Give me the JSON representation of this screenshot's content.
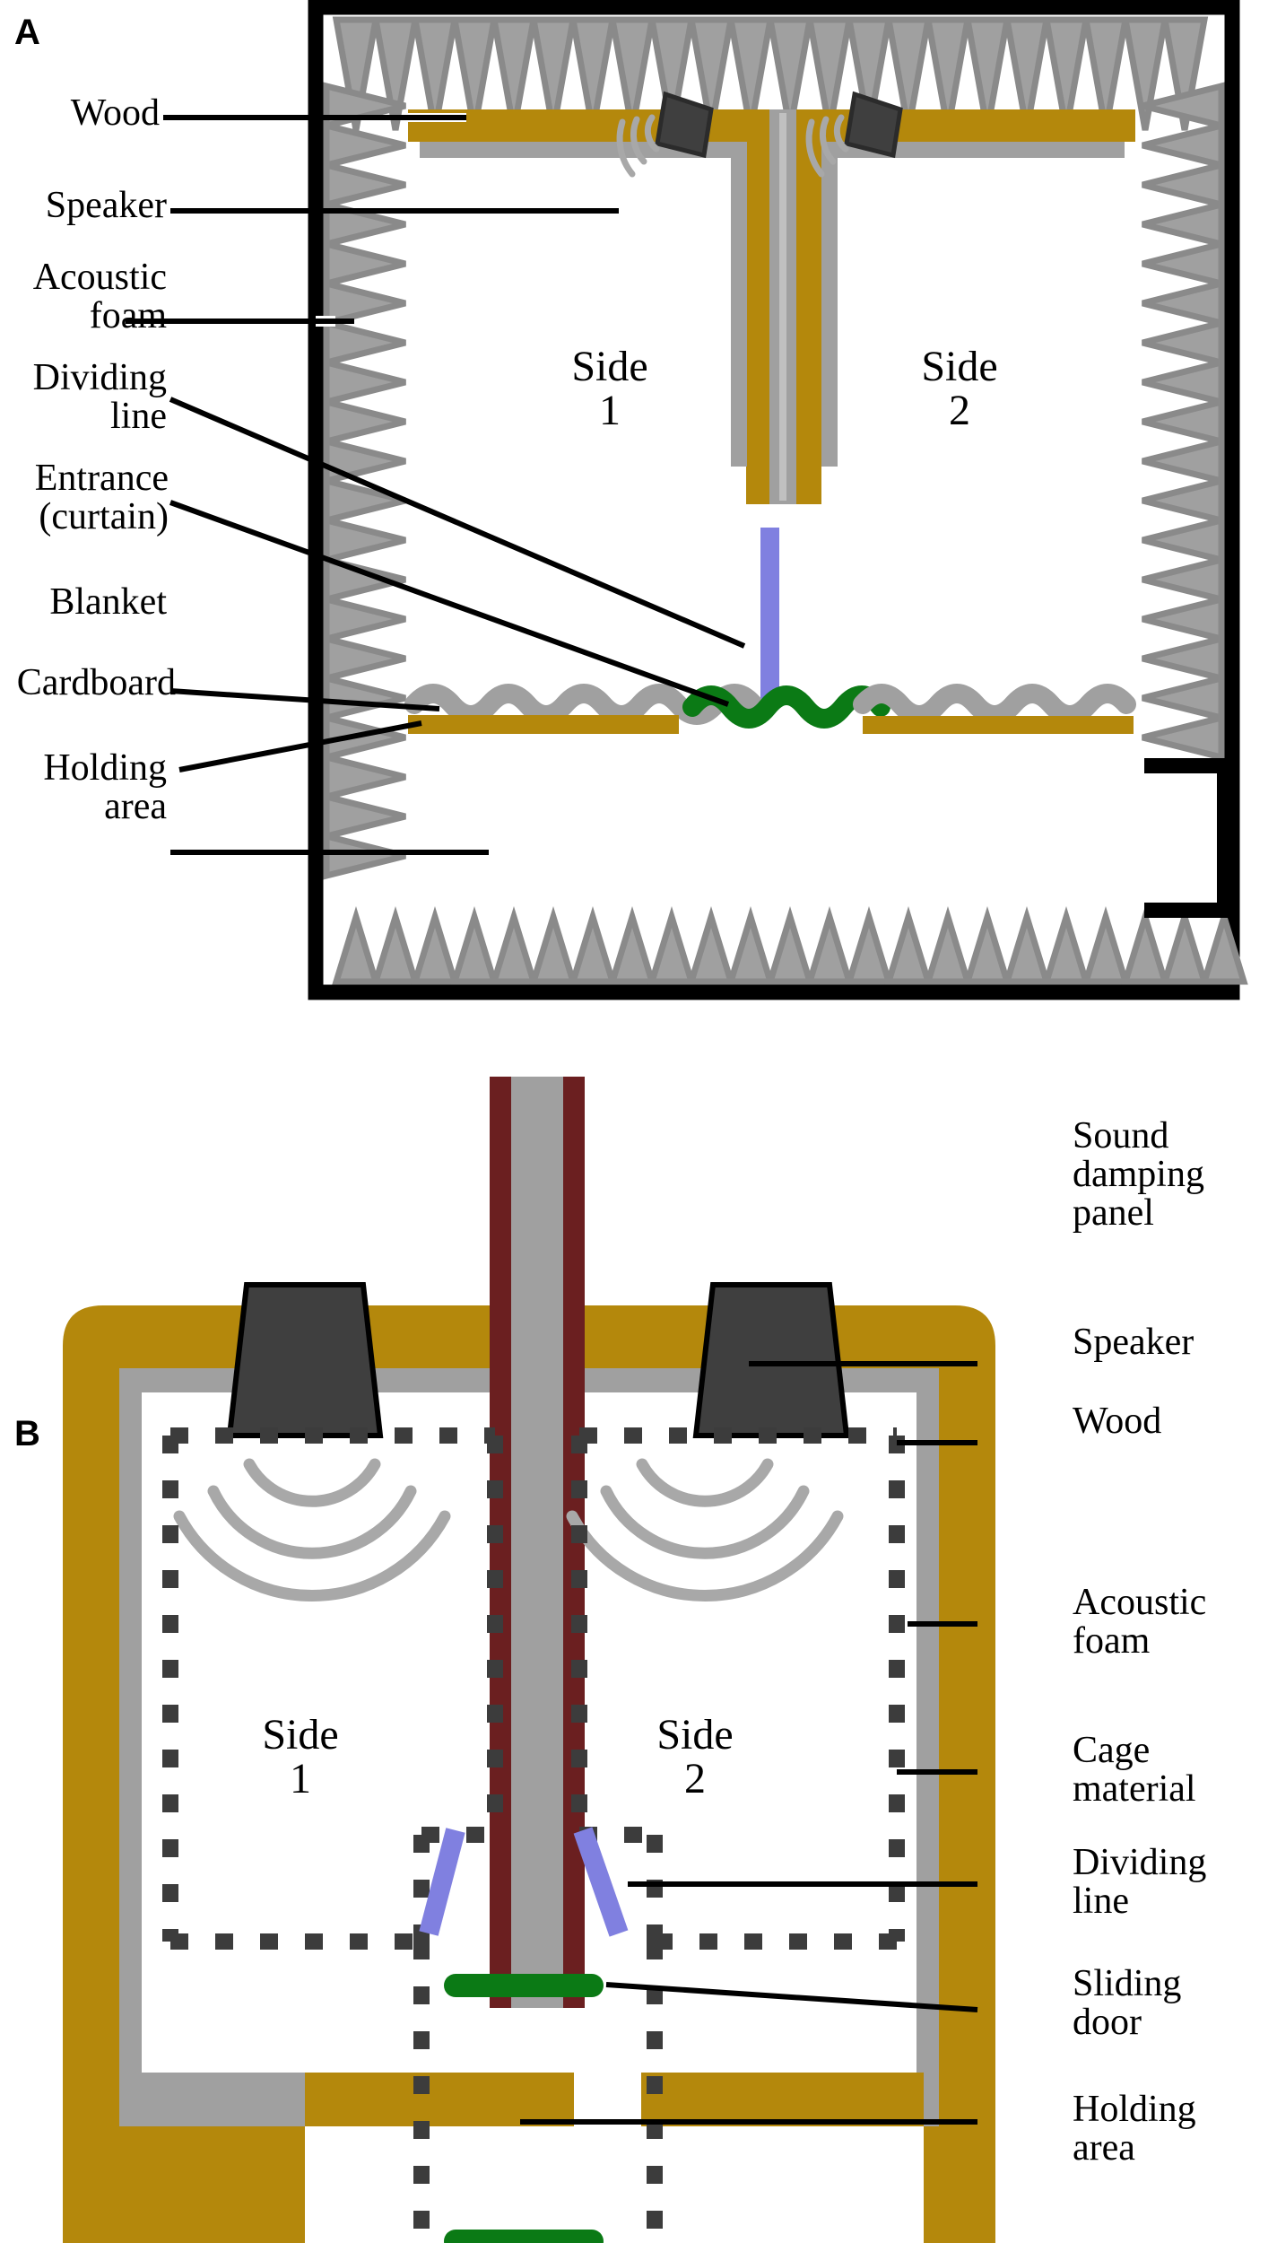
{
  "figure": {
    "panels": [
      {
        "letter": "A",
        "name": "overhead-view-sound-chamber",
        "labels_left": [
          {
            "id": "wood",
            "text": "Wood"
          },
          {
            "id": "speaker",
            "text": "Speaker"
          },
          {
            "id": "acoustic-foam",
            "text": "Acoustic\nfoam"
          },
          {
            "id": "dividing-line",
            "text": "Dividing\nline"
          },
          {
            "id": "entrance-curtain",
            "text": "Entrance\n(curtain)"
          },
          {
            "id": "blanket",
            "text": "Blanket"
          },
          {
            "id": "cardboard",
            "text": "Cardboard"
          },
          {
            "id": "holding-area",
            "text": "Holding\narea"
          }
        ],
        "arena_labels": [
          {
            "id": "side-1",
            "text": "Side\n1"
          },
          {
            "id": "side-2",
            "text": "Side\n2"
          }
        ]
      },
      {
        "letter": "B",
        "name": "front-view-sound-chamber",
        "labels_right": [
          {
            "id": "sound-damping-panel",
            "text": "Sound\ndamping\npanel"
          },
          {
            "id": "speaker",
            "text": "Speaker"
          },
          {
            "id": "wood",
            "text": "Wood"
          },
          {
            "id": "acoustic-foam",
            "text": "Acoustic\nfoam"
          },
          {
            "id": "cage-material",
            "text": "Cage\nmaterial"
          },
          {
            "id": "dividing-line",
            "text": "Dividing\nline"
          },
          {
            "id": "sliding-door",
            "text": "Sliding\ndoor"
          },
          {
            "id": "holding-area",
            "text": "Holding\narea"
          }
        ],
        "arena_labels": [
          {
            "id": "side-1",
            "text": "Side\n1"
          },
          {
            "id": "side-2",
            "text": "Side\n2"
          }
        ]
      }
    ]
  },
  "colors": {
    "wood": "#b4880c",
    "foam": "#a0a0a0",
    "foam_edge": "#8a8a8a",
    "speaker_dark": "#3f3f3f",
    "sound_wave": "#a8a8a8",
    "dividing_line": "#8080e0",
    "curtain_green": "#0b7a15",
    "sliding_door_green": "#0b7a15",
    "blanket_gray": "#a0a0a0",
    "cardboard_gold": "#b4880c",
    "damping_panel": "#6b1f20",
    "cage_dash": "#3c3c3c",
    "chamber_wall": "#000000",
    "background": "#ffffff"
  }
}
